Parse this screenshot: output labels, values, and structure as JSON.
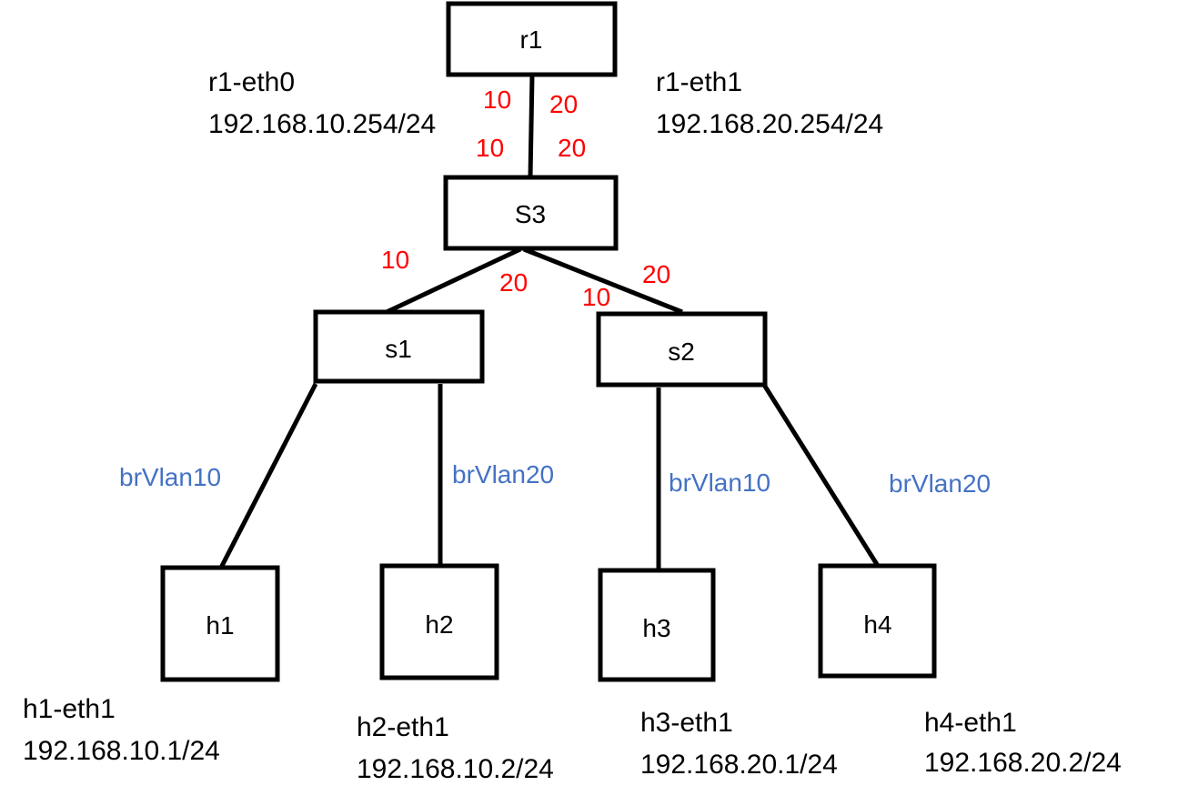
{
  "colors": {
    "line": "#000000",
    "vlan_tag": "#ff0000",
    "bridge": "#4472c4"
  },
  "nodes": {
    "r1": "r1",
    "s3": "S3",
    "s1": "s1",
    "s2": "s2",
    "h1": "h1",
    "h2": "h2",
    "h3": "h3",
    "h4": "h4"
  },
  "interfaces": {
    "r1_eth0": {
      "name": "r1-eth0",
      "ip": "192.168.10.254/24"
    },
    "r1_eth1": {
      "name": "r1-eth1",
      "ip": "192.168.20.254/24"
    },
    "h1_eth1": {
      "name": "h1-eth1",
      "ip": "192.168.10.1/24"
    },
    "h2_eth1": {
      "name": "h2-eth1",
      "ip": "192.168.10.2/24"
    },
    "h3_eth1": {
      "name": "h3-eth1",
      "ip": "192.168.20.1/24"
    },
    "h4_eth1": {
      "name": "h4-eth1",
      "ip": "192.168.20.2/24"
    }
  },
  "vlan_tags": {
    "r1_s3_left_top": "10",
    "r1_s3_left_bottom": "10",
    "r1_s3_right_top": "20",
    "r1_s3_right_bottom": "20",
    "s3_s1_10": "10",
    "s3_s1_20": "20",
    "s3_s2_10": "10",
    "s3_s2_20": "20"
  },
  "bridges": {
    "s1_h1": "brVlan10",
    "s1_h2": "brVlan20",
    "s2_h3": "brVlan10",
    "s2_h4": "brVlan20"
  }
}
